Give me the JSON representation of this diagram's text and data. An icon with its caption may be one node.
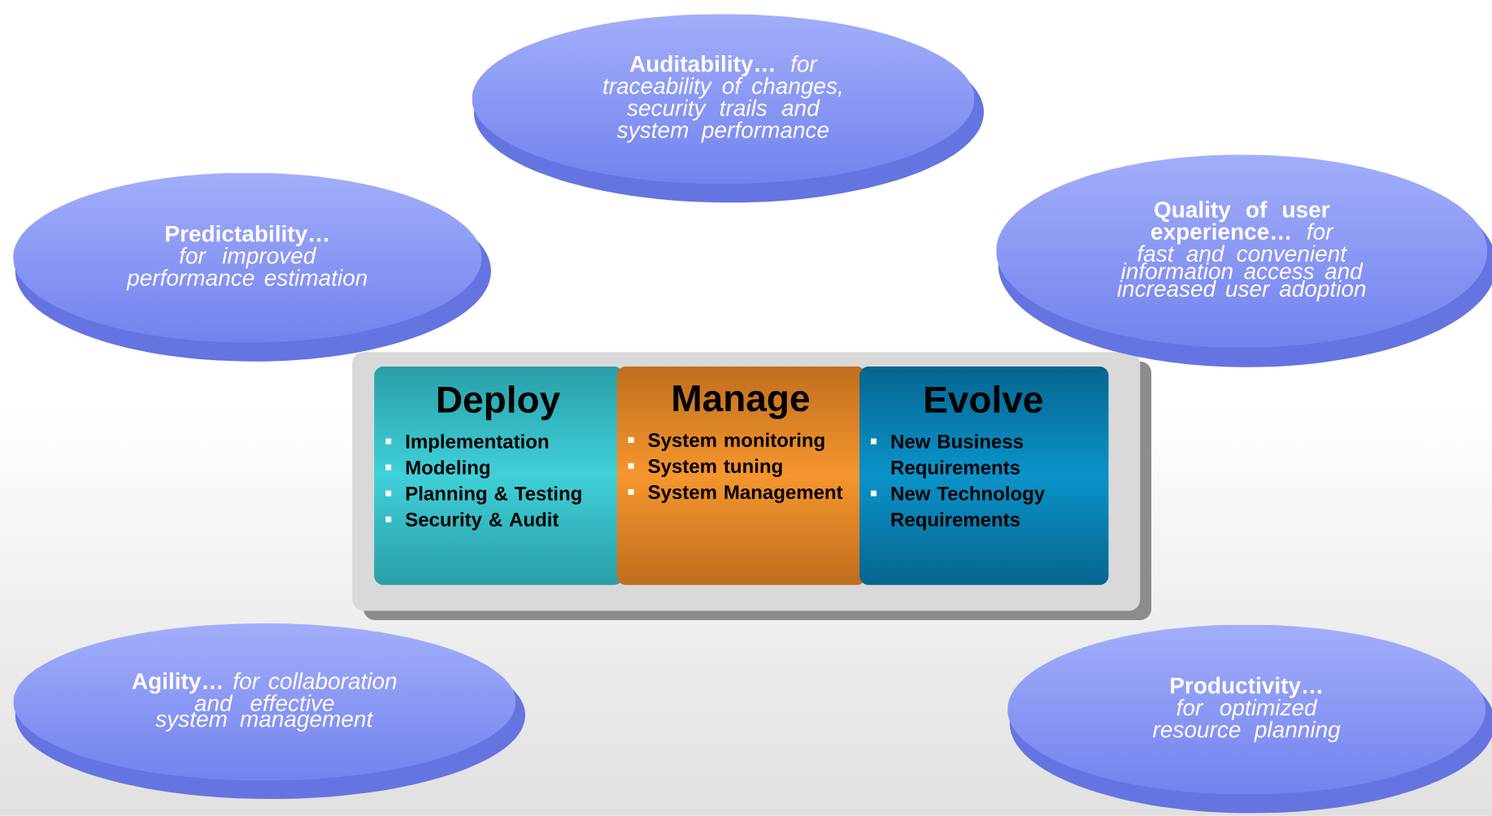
{
  "diagram": {
    "nodes": [
      {
        "text": [
          "**Auditability…** *for traceability of changes, security trails and system performance*"
        ]
      },
      {
        "text": [
          "**Predictability…** *for improved performance estimation*"
        ]
      },
      {
        "text": [
          "**Quality of user experience…** *for fast and convenient information access and increased user adoption*"
        ]
      },
      {
        "text": [],
        "shape": "box"
      },
      {
        "text": [
          "Deploy",
          "Implementation",
          "Modeling",
          "Planning & Testing",
          "Security & Audit"
        ],
        "in": 3
      },
      {
        "text": [
          "Manage",
          "System monitoring",
          "System tuning",
          "System Management"
        ],
        "in": 3
      },
      {
        "text": [
          "Evolve",
          "New Business Requirements",
          "New Technology Requirements"
        ],
        "in": 3
      },
      {
        "text": [
          "**Agility…** *for collaboration and effective system management*"
        ]
      },
      {
        "text": [
          "**Productivity…** *for optimized resource planning*"
        ]
      }
    ]
  }
}
